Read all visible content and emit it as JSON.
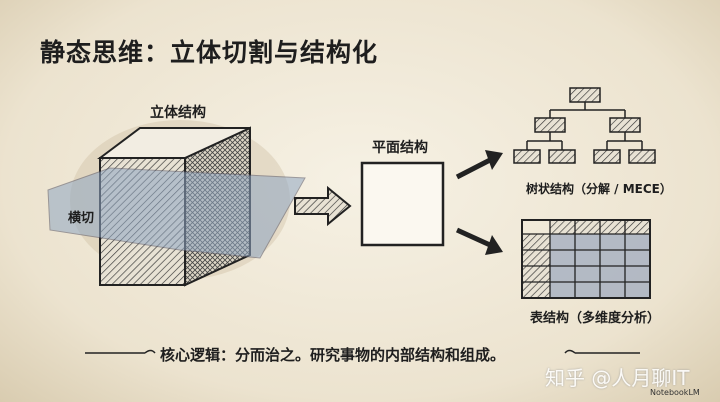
{
  "title": "静态思维：立体切割与结构化",
  "cube": {
    "label": "立体结构",
    "cut_label": "横切"
  },
  "plane": {
    "label": "平面结构"
  },
  "tree": {
    "label": "树状结构（分解 / MECE）"
  },
  "table": {
    "label": "表结构（多维度分析）",
    "rows": 5,
    "cols": 5
  },
  "core_logic": "核心逻辑：分而治之。研究事物的内部结构和组成。",
  "watermark": "知乎 @人月聊IT",
  "badge": "NotebookLM",
  "colors": {
    "plane_blue": "#8fa6c2",
    "ink": "#1e1e1e",
    "paper": "#efe8d8"
  }
}
